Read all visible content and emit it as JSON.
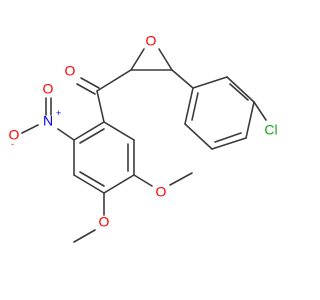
{
  "colors": {
    "bond": "#3a3a3a",
    "oxygen": "#ff0000",
    "nitrogen": "#0000ff",
    "chlorine": "#1aa31a",
    "background": "#ffffff"
  },
  "atoms": {
    "carbonyl_o": "O",
    "epoxide_o": "O",
    "nitro_o_plus": "O",
    "nitro_o_minus": "O",
    "nitro_n": "N",
    "nitro_n_charge": "+",
    "nitro_o_charge": "-",
    "chlorine": "Cl",
    "methoxy_o_upper": "O",
    "methoxy_o_lower": "O"
  }
}
